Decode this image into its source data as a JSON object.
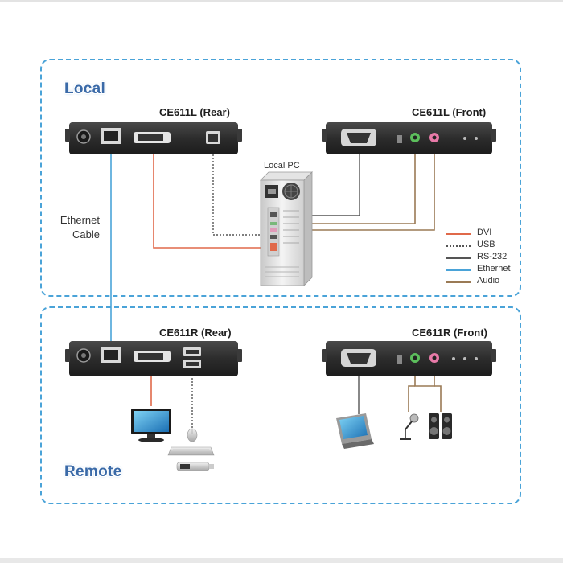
{
  "zones": {
    "local_label": "Local",
    "remote_label": "Remote"
  },
  "devices": {
    "local_rear": "CE611L (Rear)",
    "local_front": "CE611L (Front)",
    "remote_rear": "CE611R (Rear)",
    "remote_front": "CE611R (Front)",
    "local_pc": "Local PC"
  },
  "ethernet_label": {
    "line1": "Ethernet",
    "line2": "Cable"
  },
  "legend": [
    {
      "label": "DVI",
      "color": "#e0694a",
      "style": "solid"
    },
    {
      "label": "USB",
      "color": "#555555",
      "style": "dotted"
    },
    {
      "label": "RS-232",
      "color": "#555555",
      "style": "solid"
    },
    {
      "label": "Ethernet",
      "color": "#4aa3d8",
      "style": "solid"
    },
    {
      "label": "Audio",
      "color": "#9a7a55",
      "style": "solid"
    }
  ],
  "colors": {
    "zone_border": "#4aa3d8",
    "zone_label": "#3a6aa8",
    "device_body": "#2e2e2e",
    "dvi": "#e0694a",
    "usb": "#555555",
    "rs232": "#555555",
    "ethernet": "#4aa3d8",
    "audio": "#9a7a55"
  },
  "icons": [
    "monitor-icon",
    "keyboard-icon",
    "mouse-icon",
    "touch-panel-icon",
    "microphone-icon",
    "speakers-icon",
    "pc-tower-icon"
  ]
}
